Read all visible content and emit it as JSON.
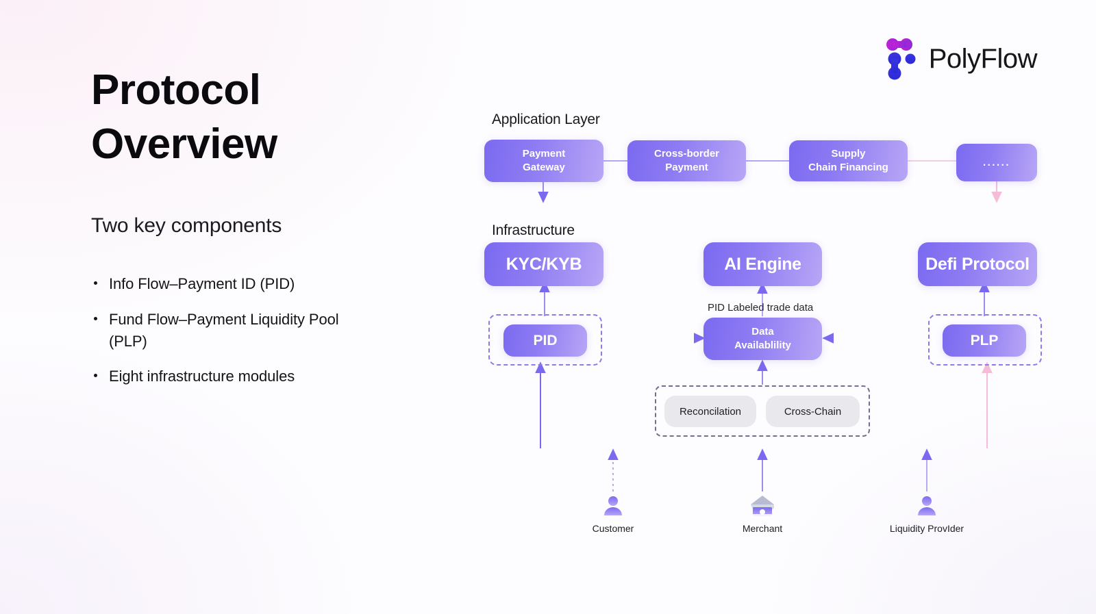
{
  "brand": {
    "name": "PolyFlow",
    "logo_icon": "polyflow-logo-icon",
    "colors": {
      "magenta": "#d01fd0",
      "purple": "#8b2bd6",
      "blue": "#2b35d6",
      "indigo": "#3a2ae0"
    }
  },
  "left": {
    "title_line1": "Protocol",
    "title_line2": "Overview",
    "subtitle": "Two key components",
    "bullets": [
      "Info Flow–Payment ID (PID)",
      "Fund Flow–Payment Liquidity Pool (PLP)",
      "Eight infrastructure modules"
    ]
  },
  "diagram": {
    "section_labels": {
      "application": "Application Layer",
      "infrastructure": "Infrastructure"
    },
    "annotations": {
      "pid_labeled_trade_data": "PID Labeled trade data"
    },
    "application_nodes": [
      {
        "id": "payment-gateway",
        "line1": "Payment",
        "line2": "Gateway"
      },
      {
        "id": "cross-border-payment",
        "line1": "Cross-border",
        "line2": "Payment"
      },
      {
        "id": "supply-chain-financing",
        "line1": "Supply",
        "line2": "Chain Financing"
      },
      {
        "id": "more",
        "line1": "......",
        "line2": ""
      }
    ],
    "infrastructure_nodes": [
      {
        "id": "kyc-kyb",
        "label": "KYC/KYB"
      },
      {
        "id": "ai-engine",
        "label": "AI Engine"
      },
      {
        "id": "defi-protocol",
        "label": "Defi Protocol"
      }
    ],
    "core_nodes": [
      {
        "id": "pid",
        "label": "PID"
      },
      {
        "id": "data-availability",
        "line1": "Data",
        "line2": "Availablility"
      },
      {
        "id": "plp",
        "label": "PLP"
      }
    ],
    "module_pills": [
      {
        "id": "reconcilation",
        "label": "Reconcilation"
      },
      {
        "id": "cross-chain",
        "label": "Cross-Chain"
      }
    ],
    "actors": [
      {
        "id": "customer",
        "label": "Customer",
        "icon": "person-icon"
      },
      {
        "id": "merchant",
        "label": "Merchant",
        "icon": "storefront-icon"
      },
      {
        "id": "liquidity-provider",
        "label": "Liquidity ProvIder",
        "icon": "person-icon"
      }
    ],
    "accent_colors": {
      "node_gradient_start": "#7b6af0",
      "node_gradient_end": "#b8a6f6",
      "arrow_purple": "#7b6af0",
      "arrow_pink": "#f2bddd",
      "dashed_purple": "#8b7be8",
      "dashed_grey": "#6f6f93",
      "pill_grey": "#e8e8ed"
    }
  }
}
